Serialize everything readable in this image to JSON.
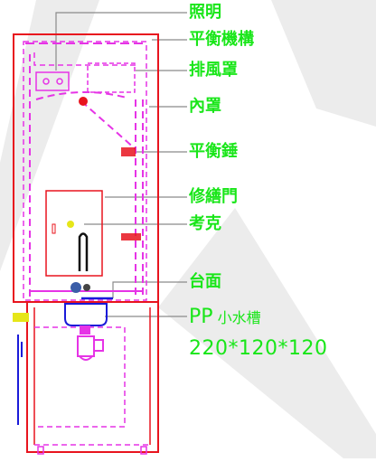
{
  "diagram": {
    "labels": {
      "lighting": "照明",
      "balance_mechanism": "平衡機構",
      "exhaust_hood": "排風罩",
      "inner_hood": "內罩",
      "counterweight": "平衡錘",
      "access_door": "修繕門",
      "faucet": "考克",
      "countertop": "台面",
      "sink_prefix": "PP",
      "sink_name": "小水槽",
      "sink_size": "220*120*120"
    },
    "colors": {
      "outer_frame": "#e8141e",
      "magenta_lines": "#e633e6",
      "label_text": "#19e619",
      "leader_lines": "#8a8a8a",
      "sink_blue": "#1a1ad9",
      "watermark": "#ececec",
      "yellow_marker": "#e6e619"
    }
  }
}
